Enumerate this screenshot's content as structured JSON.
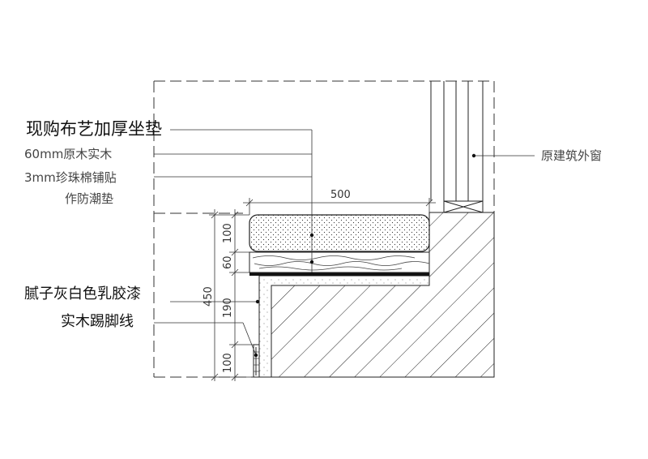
{
  "labels": {
    "cushion": "现购布艺加厚坐垫",
    "solid_wood": "60mm原木实木",
    "pearl_cotton_1": "3mm珍珠棉铺贴",
    "pearl_cotton_2": "作防潮垫",
    "paint": "腻子灰白色乳胶漆",
    "skirting": "实木踢脚线",
    "window": "原建筑外窗"
  },
  "dimensions": {
    "width": "500",
    "h_cushion": "100",
    "h_wood": "60",
    "h_total": "450",
    "h_middle": "190",
    "h_base": "100"
  }
}
